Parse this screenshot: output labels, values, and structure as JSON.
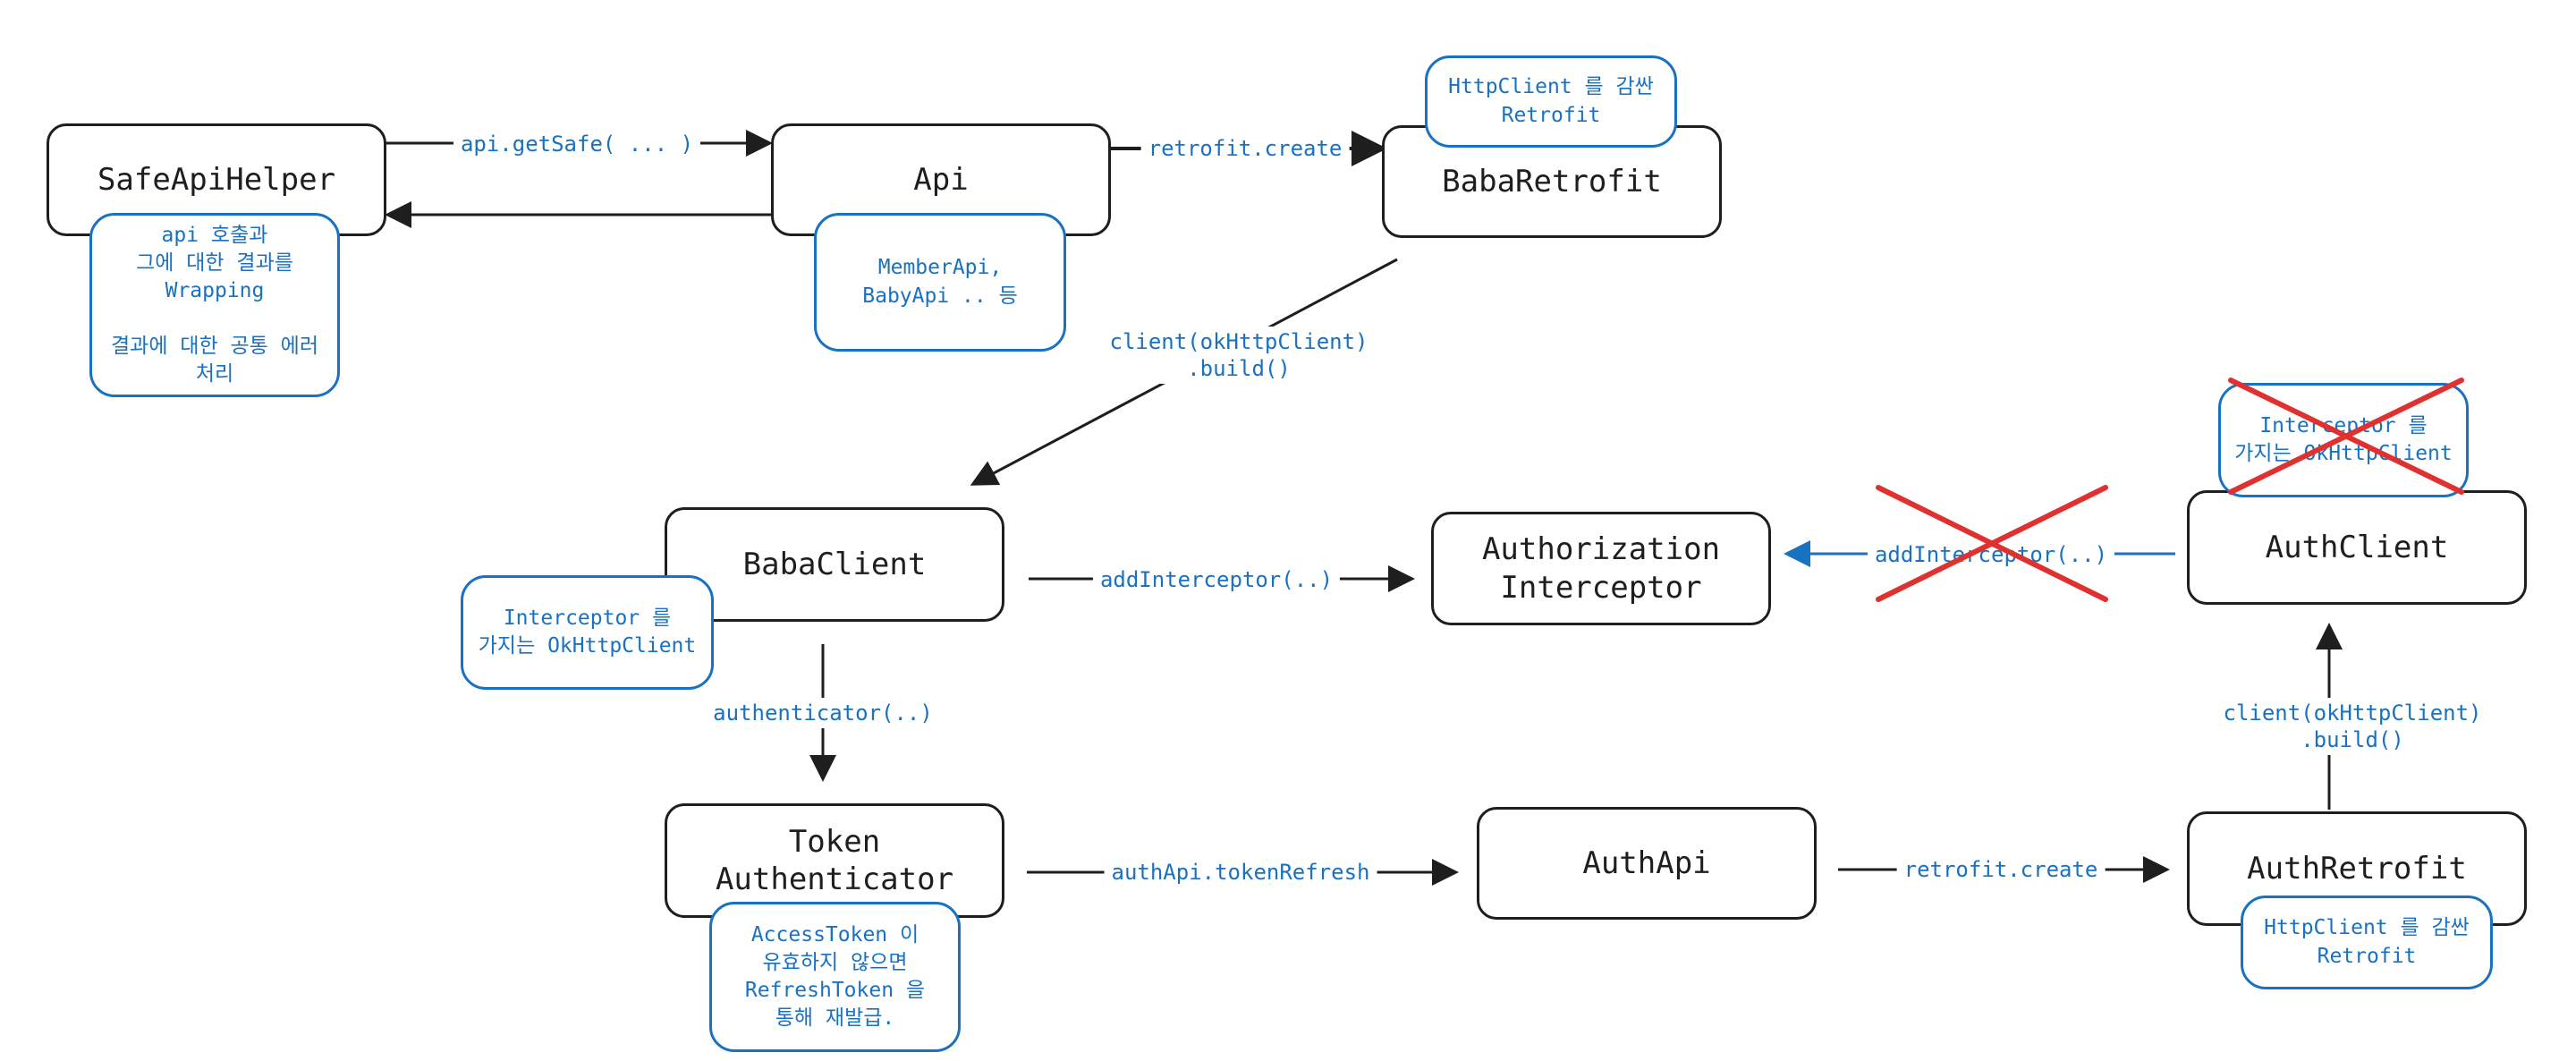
{
  "nodes": {
    "safe_api_helper": "SafeApiHelper",
    "api": "Api",
    "baba_retrofit": "BabaRetrofit",
    "baba_client": "BabaClient",
    "authorization_interceptor": "Authorization\nInterceptor",
    "auth_client": "AuthClient",
    "token_authenticator": "Token\nAuthenticator",
    "auth_api": "AuthApi",
    "auth_retrofit": "AuthRetrofit"
  },
  "notes": {
    "safe_api_helper": "api 호출과\n그에 대한 결과를\nWrapping\n\n결과에 대한 공통 에러\n처리",
    "api": "MemberApi,\nBabyApi .. 등",
    "baba_retrofit": "HttpClient 를 감싼\nRetrofit",
    "baba_client": "Interceptor 를\n가지는 OkHttpClient",
    "auth_client": "Interceptor 를\n가지는 OkHttpClient",
    "token_authenticator": "AccessToken 이\n유효하지 않으면\nRefreshToken 을\n통해 재발급.",
    "auth_retrofit": "HttpClient 를 감싼\nRetrofit"
  },
  "edges": {
    "get_safe": "api.getSafe( ... )",
    "retrofit_create_top": "retrofit.create",
    "client_build_left": "client(okHttpClient)\n.build()",
    "add_interceptor_left": "addInterceptor(..)",
    "add_interceptor_right": "addInterceptor(..)",
    "authenticator": "authenticator(..)",
    "token_refresh": "authApi.tokenRefresh",
    "retrofit_create_bottom": "retrofit.create",
    "client_build_right": "client(okHttpClient)\n.build()"
  },
  "colors": {
    "stroke": "#1e1e1e",
    "note": "#1971c2",
    "cross": "#e03131"
  }
}
